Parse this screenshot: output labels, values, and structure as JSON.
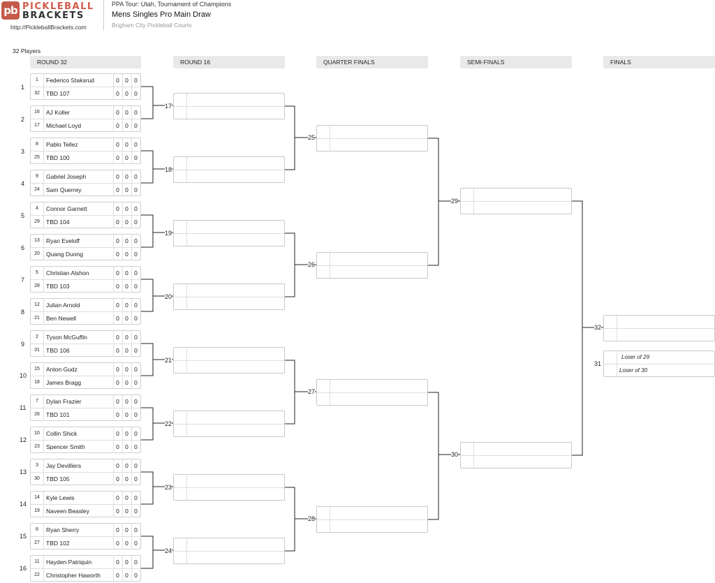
{
  "header": {
    "logo_mark": "pb",
    "logo_line1": "PICKLEBALL",
    "logo_line2": "BRACKETS",
    "site_url": "http://PickleballBrackets.com",
    "tour": "PPA Tour: Utah, Tournament of Champions",
    "event": "Mens Singles Pro Main Draw",
    "venue": "Brigham City Pickleball Courts"
  },
  "player_count": "32 Players",
  "rounds": [
    "ROUND 32",
    "ROUND 16",
    "QUARTER FINALS",
    "SEMI-FINALS",
    "FINALS"
  ],
  "round32": [
    {
      "num": "1",
      "players": [
        {
          "seed": "1",
          "name": "Federico Staksrud"
        },
        {
          "seed": "32",
          "name": "TBD 107"
        }
      ]
    },
    {
      "num": "2",
      "players": [
        {
          "seed": "16",
          "name": "AJ Koller"
        },
        {
          "seed": "17",
          "name": "Michael Loyd"
        }
      ]
    },
    {
      "num": "3",
      "players": [
        {
          "seed": "8",
          "name": "Pablo Tellez"
        },
        {
          "seed": "25",
          "name": "TBD 100"
        }
      ]
    },
    {
      "num": "4",
      "players": [
        {
          "seed": "9",
          "name": "Gabriel Joseph"
        },
        {
          "seed": "24",
          "name": "Sam Querrey"
        }
      ]
    },
    {
      "num": "5",
      "players": [
        {
          "seed": "4",
          "name": "Connor Garnett"
        },
        {
          "seed": "29",
          "name": "TBD 104"
        }
      ]
    },
    {
      "num": "6",
      "players": [
        {
          "seed": "13",
          "name": "Ryan Eveloff"
        },
        {
          "seed": "20",
          "name": "Quang Duong"
        }
      ]
    },
    {
      "num": "7",
      "players": [
        {
          "seed": "5",
          "name": "Christian Alshon"
        },
        {
          "seed": "28",
          "name": "TBD 103"
        }
      ]
    },
    {
      "num": "8",
      "players": [
        {
          "seed": "12",
          "name": "Julian Arnold"
        },
        {
          "seed": "21",
          "name": "Ben Newell"
        }
      ]
    },
    {
      "num": "9",
      "players": [
        {
          "seed": "2",
          "name": "Tyson McGuffin"
        },
        {
          "seed": "31",
          "name": "TBD 106"
        }
      ]
    },
    {
      "num": "10",
      "players": [
        {
          "seed": "15",
          "name": "Anton Gudz"
        },
        {
          "seed": "18",
          "name": "James Bragg"
        }
      ]
    },
    {
      "num": "11",
      "players": [
        {
          "seed": "7",
          "name": "Dylan Frazier"
        },
        {
          "seed": "26",
          "name": "TBD 101"
        }
      ]
    },
    {
      "num": "12",
      "players": [
        {
          "seed": "10",
          "name": "Collin Shick"
        },
        {
          "seed": "23",
          "name": "Spencer Smith"
        }
      ]
    },
    {
      "num": "13",
      "players": [
        {
          "seed": "3",
          "name": "Jay Devilliers"
        },
        {
          "seed": "30",
          "name": "TBD 105"
        }
      ]
    },
    {
      "num": "14",
      "players": [
        {
          "seed": "14",
          "name": "Kyle Lewis"
        },
        {
          "seed": "19",
          "name": "Naveen Beasley"
        }
      ]
    },
    {
      "num": "15",
      "players": [
        {
          "seed": "6",
          "name": "Ryan Sherry"
        },
        {
          "seed": "27",
          "name": "TBD 102"
        }
      ]
    },
    {
      "num": "16",
      "players": [
        {
          "seed": "11",
          "name": "Hayden Patriquin"
        },
        {
          "seed": "22",
          "name": "Christopher Haworth"
        }
      ]
    }
  ],
  "score_default": "0",
  "round16_matches": [
    "17",
    "18",
    "19",
    "20",
    "21",
    "22",
    "23",
    "24"
  ],
  "quarter_matches": [
    "25",
    "26",
    "27",
    "28"
  ],
  "semi_matches": [
    "29",
    "30"
  ],
  "final_match": "32",
  "third_place": {
    "num": "31",
    "line1": "Loser of 29",
    "line2": "Loser of 30"
  }
}
